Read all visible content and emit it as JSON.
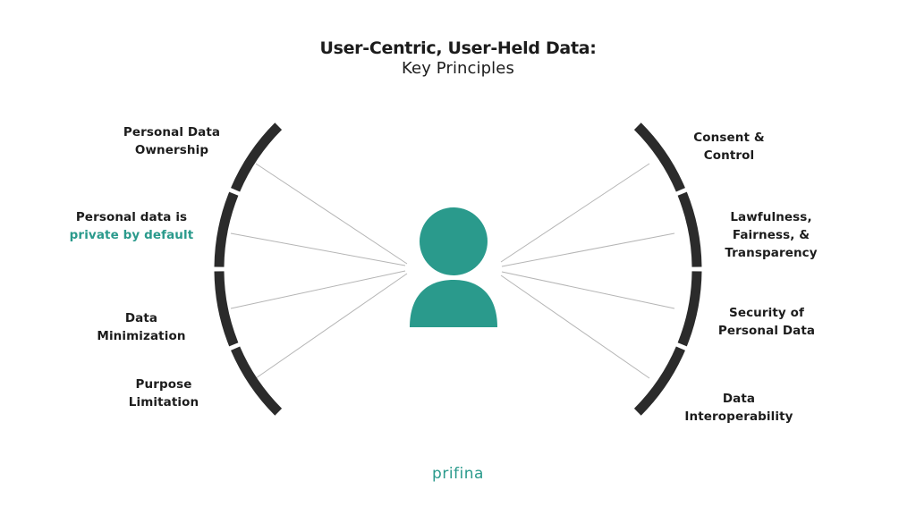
{
  "title": "User-Centric, User-Held Data:",
  "subtitle": "Key Principles",
  "left_principles": [
    {
      "line1": "Personal Data",
      "line2": "Ownership"
    },
    {
      "line1": "Personal data is",
      "line2": "private by default"
    },
    {
      "line1": "Data",
      "line2": "Minimization"
    },
    {
      "line1": "Purpose",
      "line2": "Limitation"
    }
  ],
  "right_principles": [
    {
      "line1": "Consent &",
      "line2": "Control"
    },
    {
      "line1": "Lawfulness,",
      "line2": "Fairness, &",
      "line3": "Transparency"
    },
    {
      "line1": "Security of",
      "line2": "Personal Data"
    },
    {
      "line1": "Data",
      "line2": "Interoperability"
    }
  ],
  "brand": "prifina",
  "colors": {
    "accent": "#2a9a8c",
    "arc": "#2b2b2b",
    "connector": "#b5b5b5",
    "text": "#1c1c1c"
  },
  "icons": {
    "center": "user-icon"
  }
}
